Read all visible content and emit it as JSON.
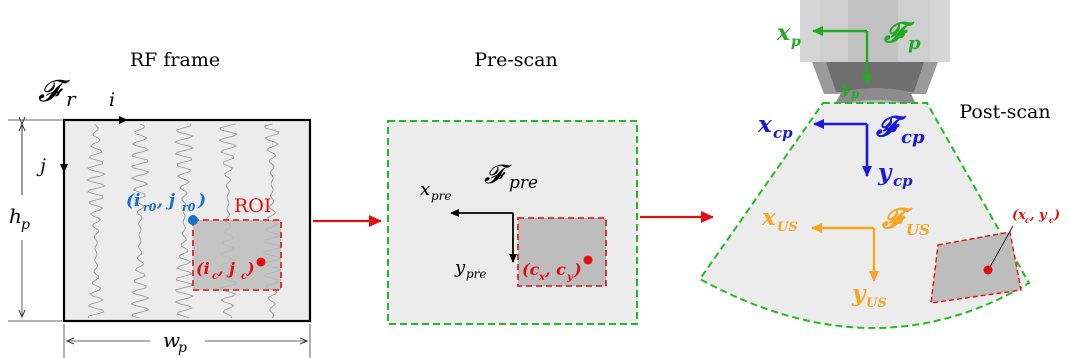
{
  "rf_frame": {
    "title": "RF frame",
    "frame_symbol": "𝓕",
    "frame_subscript": "r",
    "axis_i": "i",
    "axis_j": "j",
    "height_label": "h",
    "height_sub": "p",
    "width_label": "w",
    "width_sub": "p",
    "roi_label": "ROI",
    "origin_label": "(i",
    "origin_sub1": "r0",
    "origin_mid": ", j",
    "origin_sub2": "r0",
    "origin_end": ")",
    "center_label": "(i",
    "center_sub1": "c",
    "center_mid": ", j",
    "center_sub2": "c",
    "center_end": ")"
  },
  "prescan": {
    "title": "Pre-scan",
    "frame_symbol": "𝓕",
    "frame_subscript": "pre",
    "axis_x": "x",
    "axis_x_sub": "pre",
    "axis_y": "y",
    "axis_y_sub": "pre",
    "center_label": "(c",
    "center_sub1": "x",
    "center_mid": ", c",
    "center_sub2": "y",
    "center_end": ")"
  },
  "postscan": {
    "title": "Post-scan",
    "probe_frame_symbol": "𝓕",
    "probe_frame_sub": "p",
    "probe_x": "x",
    "probe_x_sub": "p",
    "probe_y": "y",
    "probe_y_sub": "p",
    "cp_frame_symbol": "𝓕",
    "cp_frame_sub": "cp",
    "cp_x": "x",
    "cp_x_sub": "cp",
    "cp_y": "y",
    "cp_y_sub": "cp",
    "us_frame_symbol": "𝓕",
    "us_frame_sub": "US",
    "us_x": "x",
    "us_x_sub": "US",
    "us_y": "y",
    "us_y_sub": "US",
    "roi_point_label": "(x",
    "roi_point_sub1": "c",
    "roi_point_mid": ", y",
    "roi_point_sub2": "c",
    "roi_point_end": ")"
  },
  "colors": {
    "green": "#22bb22",
    "blue": "#1a1ad6",
    "orange": "#f5a623",
    "red": "#e01010",
    "light_blue": "#1a6fc8",
    "panel_fill": "#ececec",
    "roi_fill": "#bdbdbd"
  }
}
